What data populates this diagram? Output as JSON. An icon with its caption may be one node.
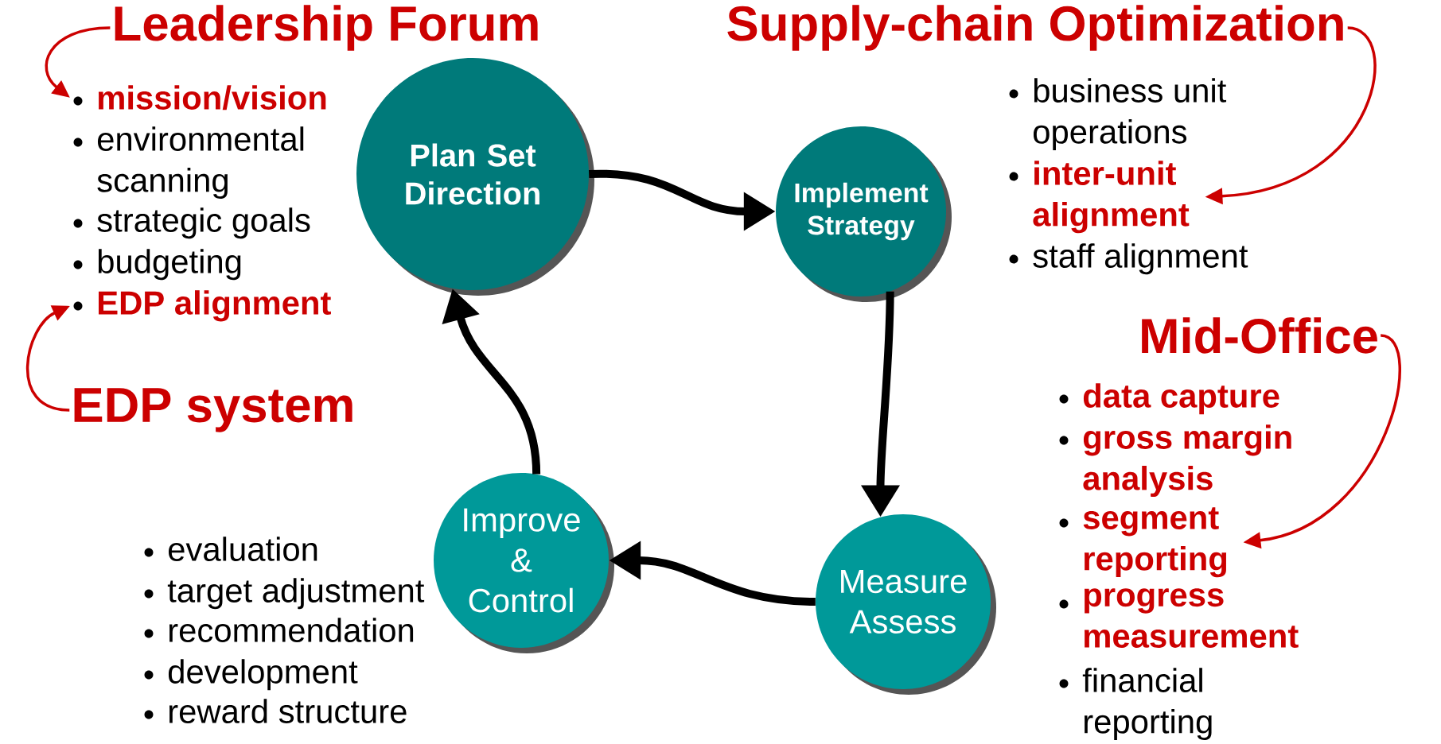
{
  "diagram": {
    "nodes": [
      {
        "text": [
          "Leadership Forum"
        ]
      },
      {
        "text": [
          "mission/vision"
        ]
      },
      {
        "text": [
          "EDP alignment"
        ]
      },
      {
        "text": [
          "EDP system"
        ]
      },
      {
        "text": [
          "Plan Set Direction"
        ]
      },
      {
        "text": [
          "Supply-chain Optimization"
        ]
      },
      {
        "text": [
          "inter-unit alignment"
        ]
      },
      {
        "text": [
          "Implement Strategy"
        ]
      },
      {
        "text": [
          "Mid-Office"
        ]
      },
      {
        "text": [
          "segment reporting"
        ]
      },
      {
        "text": [
          "Improve & Control"
        ]
      },
      {
        "text": [
          "Measure Assess"
        ]
      }
    ],
    "edges": [
      {
        "from": 0,
        "to": 1,
        "arrow": "to",
        "color": "#cc0000"
      },
      {
        "from": 3,
        "to": 2,
        "arrow": "to",
        "color": "#cc0000"
      },
      {
        "from": 5,
        "to": 6,
        "arrow": "to",
        "color": "#cc0000"
      },
      {
        "from": 8,
        "to": 9,
        "arrow": "to",
        "color": "#cc0000"
      },
      {
        "from": 4,
        "to": 7,
        "arrow": "to",
        "style": "thick",
        "color": "#000000"
      },
      {
        "from": 7,
        "to": 11,
        "arrow": "to",
        "style": "thick",
        "color": "#000000"
      },
      {
        "from": 11,
        "to": 10,
        "arrow": "to",
        "style": "thick",
        "color": "#000000"
      },
      {
        "from": 10,
        "to": 4,
        "arrow": "to",
        "style": "thick",
        "color": "#000000"
      }
    ],
    "labels": [
      "environmental scanning",
      "strategic goals",
      "budgeting",
      "business unit operations",
      "staff alignment",
      "data capture",
      "gross margin analysis",
      "progress measurement",
      "financial reporting",
      "evaluation",
      "target adjustment",
      "recommendation",
      "development",
      "reward structure"
    ]
  }
}
